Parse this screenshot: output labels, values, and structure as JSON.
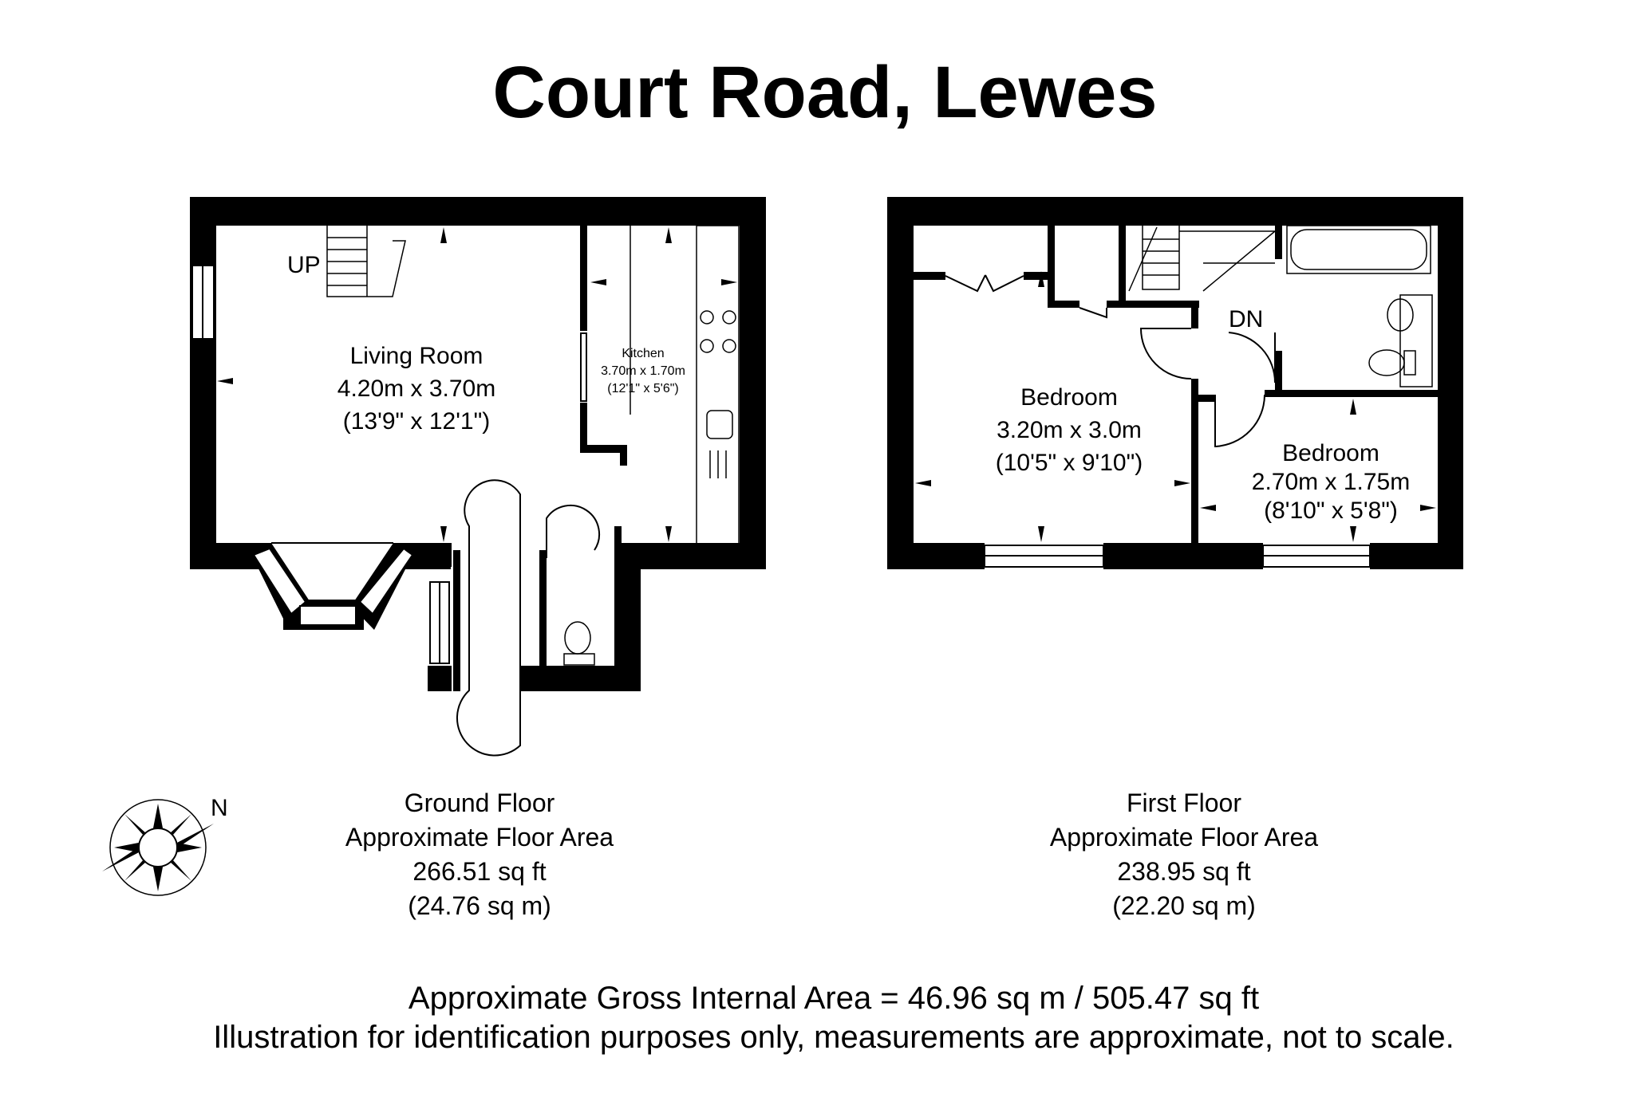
{
  "title": "Court Road, Lewes",
  "compass": {
    "label": "N"
  },
  "ground_floor": {
    "stairs_label": "UP",
    "rooms": [
      {
        "name": "Living Room",
        "metric": "4.20m x 3.70m",
        "imperial": "(13'9\" x 12'1\")"
      },
      {
        "name": "Kitchen",
        "metric": "3.70m x 1.70m",
        "imperial": "(12'1\" x 5'6\")"
      }
    ],
    "caption": {
      "floor": "Ground Floor",
      "label": "Approximate Floor Area",
      "sqft": "266.51 sq ft",
      "sqm": "(24.76 sq m)"
    }
  },
  "first_floor": {
    "stairs_label": "DN",
    "rooms": [
      {
        "name": "Bedroom",
        "metric": "3.20m x 3.0m",
        "imperial": "(10'5\" x 9'10\")"
      },
      {
        "name": "Bedroom",
        "metric": "2.70m x 1.75m",
        "imperial": "(8'10\" x 5'8\")"
      }
    ],
    "caption": {
      "floor": "First Floor",
      "label": "Approximate Floor Area",
      "sqft": "238.95 sq ft",
      "sqm": "(22.20 sq m)"
    }
  },
  "footer": {
    "gross_area": "Approximate Gross Internal Area = 46.96 sq m / 505.47 sq ft",
    "disclaimer": "Illustration for identification purposes only, measurements are approximate, not to scale."
  }
}
